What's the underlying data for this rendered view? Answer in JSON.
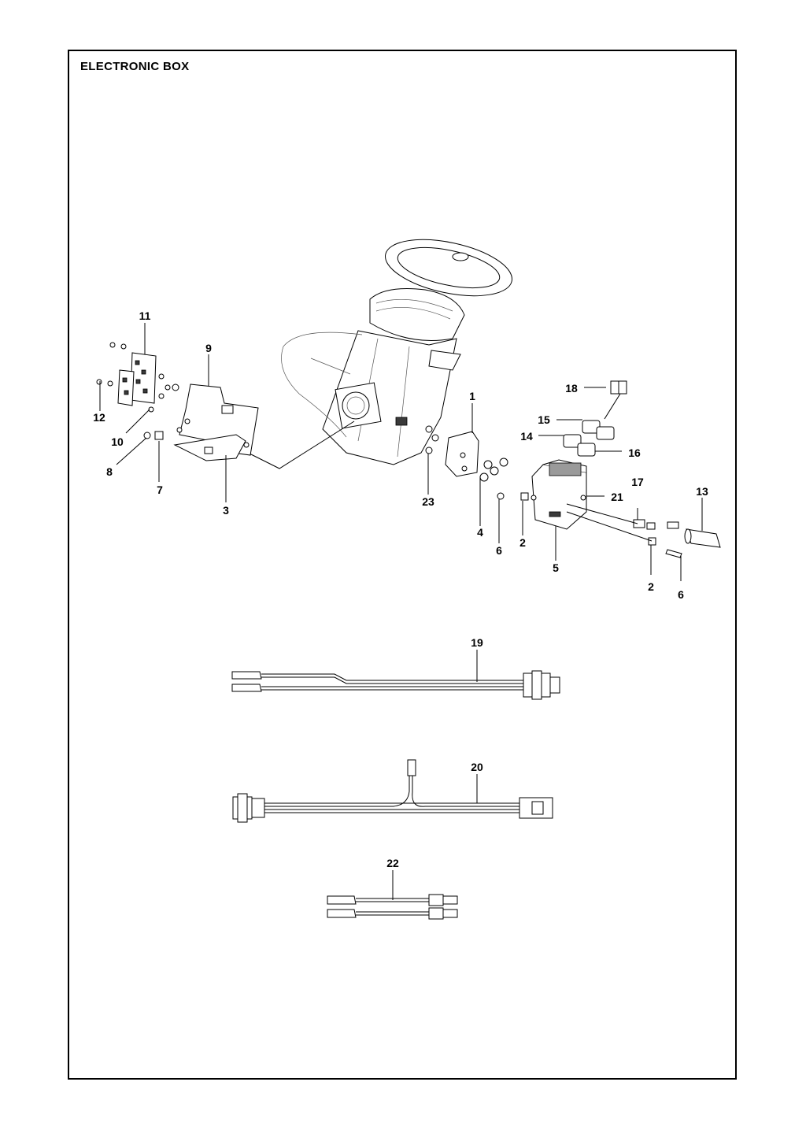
{
  "page": {
    "title": "ELECTRONIC BOX"
  },
  "callouts": {
    "c1": "1",
    "c2a": "2",
    "c2b": "2",
    "c3": "3",
    "c4": "4",
    "c5": "5",
    "c6a": "6",
    "c6b": "6",
    "c7": "7",
    "c8": "8",
    "c9": "9",
    "c10": "10",
    "c11": "11",
    "c12": "12",
    "c13": "13",
    "c14": "14",
    "c15": "15",
    "c16": "16",
    "c17": "17",
    "c18": "18",
    "c19": "19",
    "c20": "20",
    "c21": "21",
    "c22": "22",
    "c23": "23"
  }
}
